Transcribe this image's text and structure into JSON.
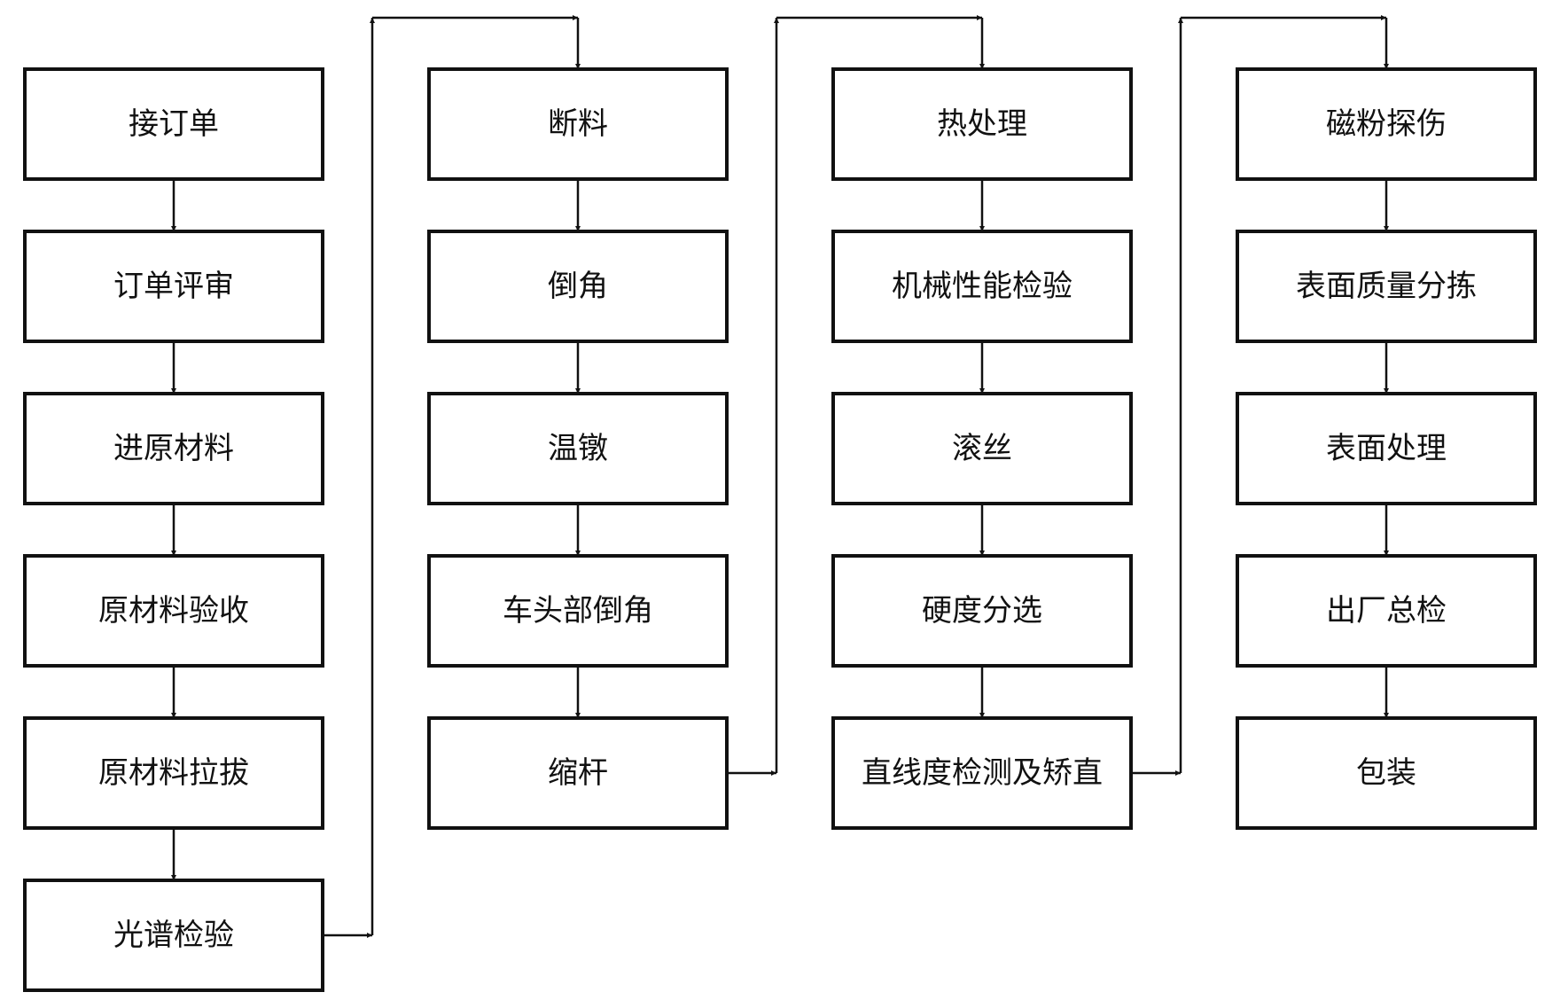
{
  "colors": {
    "stroke": "#111111",
    "background": "#ffffff",
    "text": "#111111"
  },
  "flow": {
    "columns": [
      {
        "steps": [
          {
            "label": "接订单"
          },
          {
            "label": "订单评审"
          },
          {
            "label": "进原材料"
          },
          {
            "label": "原材料验收"
          },
          {
            "label": "原材料拉拔"
          },
          {
            "label": "光谱检验"
          }
        ]
      },
      {
        "steps": [
          {
            "label": "断料"
          },
          {
            "label": "倒角"
          },
          {
            "label": "温镦"
          },
          {
            "label": "车头部倒角"
          },
          {
            "label": "缩杆"
          }
        ]
      },
      {
        "steps": [
          {
            "label": "热处理"
          },
          {
            "label": "机械性能检验"
          },
          {
            "label": "滚丝"
          },
          {
            "label": "硬度分选"
          },
          {
            "label": "直线度检测及矫直"
          }
        ]
      },
      {
        "steps": [
          {
            "label": "磁粉探伤"
          },
          {
            "label": "表面质量分拣"
          },
          {
            "label": "表面处理"
          },
          {
            "label": "出厂总检"
          },
          {
            "label": "包装"
          }
        ]
      }
    ]
  }
}
